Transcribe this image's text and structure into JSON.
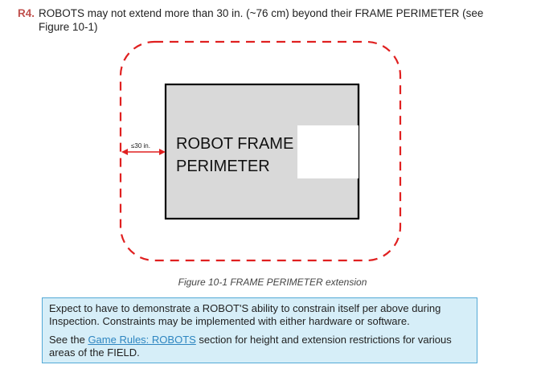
{
  "rule": {
    "id": "R4.",
    "text": "ROBOTS may not extend more than 30 in. (~76 cm) beyond their FRAME PERIMETER (see Figure 10-1)"
  },
  "figure": {
    "frame_label_line1": "ROBOT FRAME",
    "frame_label_line2": "PERIMETER",
    "extension_label": "≤30 in.",
    "caption": "Figure 10-1 FRAME PERIMETER extension"
  },
  "note": {
    "paragraph1": "Expect to have to demonstrate a ROBOT'S ability to constrain itself per above during Inspection. Constraints may be implemented with either hardware or software.",
    "p2_prefix": "See the ",
    "p2_link": "Game Rules: ROBOTS",
    "p2_suffix": " section for height and extension restrictions for various areas of the FIELD."
  },
  "colors": {
    "rule_id": "#c0504d",
    "dashed_outline": "#e02020",
    "frame_fill": "#d9d9d9",
    "note_background": "#d6eef8",
    "note_border": "#53a9d6",
    "link": "#2e86c1"
  }
}
